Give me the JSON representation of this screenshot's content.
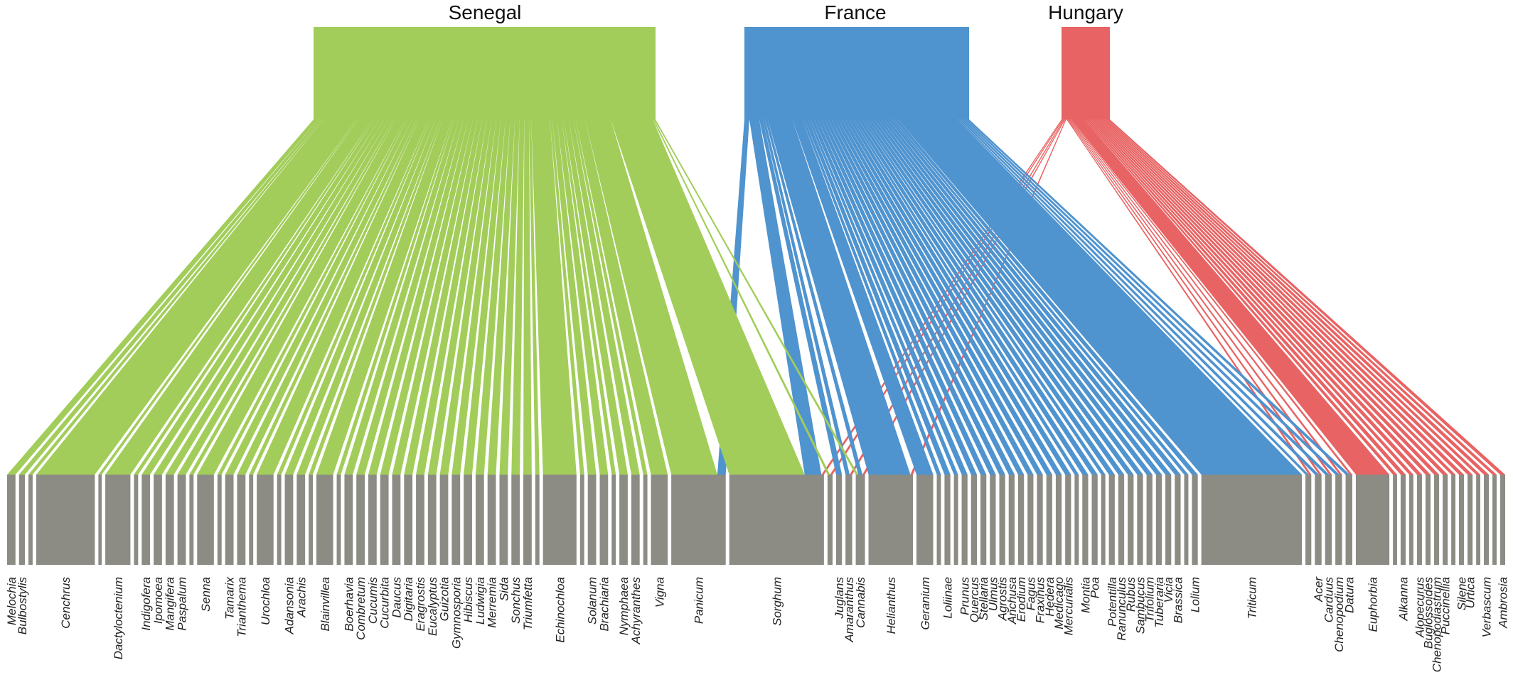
{
  "colors": {
    "Senegal": "#a2cd5a",
    "France": "#4f93cf",
    "Hungary": "#e86363",
    "genus_bar": "#8c8c85"
  },
  "countries": [
    {
      "name": "Senegal",
      "key": "Senegal",
      "total": 100
    },
    {
      "name": "France",
      "key": "France",
      "total": 66
    },
    {
      "name": "Hungary",
      "key": "Hungary",
      "total": 14
    }
  ],
  "genus_labels": [
    "Melochia",
    "Bulbostylis",
    "Cenchrus",
    "Dactyloctenium",
    "Indigofera",
    "Ipomoea",
    "Mangifera",
    "Paspalum",
    "Senna",
    "Tamarix",
    "Trianthema",
    "Urochloa",
    "Adansonia",
    "Arachis",
    "Blainvillea",
    "Boerhavia",
    "Combretum",
    "Cucumis",
    "Cucurbita",
    "Daucus",
    "Digitaria",
    "Eragrostis",
    "Eucalyptus",
    "Guizotia",
    "Gymnosporia",
    "Hibiscus",
    "Ludwigia",
    "Merremia",
    "Sida",
    "Sonchus",
    "Triumfetta",
    "Echinochloa",
    "Solanum",
    "Brachiaria",
    "Nymphaea",
    "Achyranthes",
    "Vigna",
    "Panicum",
    "Sorghum",
    "Juglans",
    "Amaranthus",
    "Cannabis",
    "Helianthus",
    "Geranium",
    "Loliinae",
    "Prunus",
    "Quercus",
    "Stellaria",
    "Ulmus",
    "Agrostis",
    "Anchusa",
    "Erodium",
    "Fagus",
    "Fraxinus",
    "Hedera",
    "Medicago",
    "Mercurialis",
    "Montia",
    "Poa",
    "Potentilla",
    "Ranunculus",
    "Rubus",
    "Sambucus",
    "Trifolium",
    "Tuberaria",
    "Vicia",
    "Brassica",
    "Lolium",
    "Triticum",
    "Acer",
    "Carduus",
    "Chenopodium",
    "Datura",
    "Euphorbia",
    "Alkanna",
    "Alopecurus",
    "Buglossoides",
    "Chenopodiastrum",
    "Puccinellia",
    "Silene",
    "Urtica",
    "Verbascum",
    "Ambrosia"
  ],
  "genera": [
    {
      "name": "Melochia",
      "links": {
        "Senegal": 1
      }
    },
    {
      "name": "Bulbostylis",
      "links": {
        "Senegal": 0.7
      }
    },
    {
      "name": "",
      "links": {
        "Senegal": 0.5
      }
    },
    {
      "name": "Cenchrus",
      "links": {
        "Senegal": 7
      }
    },
    {
      "name": "",
      "links": {
        "Senegal": 0.4
      }
    },
    {
      "name": "Dactyloctenium",
      "links": {
        "Senegal": 3
      }
    },
    {
      "name": "",
      "links": {
        "Senegal": 0.5
      }
    },
    {
      "name": "Indigofera",
      "links": {
        "Senegal": 1
      }
    },
    {
      "name": "Ipomoea",
      "links": {
        "Senegal": 1
      }
    },
    {
      "name": "Mangifera",
      "links": {
        "Senegal": 1
      }
    },
    {
      "name": "Paspalum",
      "links": {
        "Senegal": 1
      }
    },
    {
      "name": "",
      "links": {
        "Senegal": 0.5
      }
    },
    {
      "name": "Senna",
      "links": {
        "Senegal": 2
      }
    },
    {
      "name": "",
      "links": {
        "Senegal": 0.5
      }
    },
    {
      "name": "Tamarix",
      "links": {
        "Senegal": 1
      }
    },
    {
      "name": "Trianthema",
      "links": {
        "Senegal": 1
      }
    },
    {
      "name": "",
      "links": {
        "Senegal": 0.5
      }
    },
    {
      "name": "Urochloa",
      "links": {
        "Senegal": 2
      }
    },
    {
      "name": "",
      "links": {
        "Senegal": 0.5
      }
    },
    {
      "name": "Adansonia",
      "links": {
        "Senegal": 1
      }
    },
    {
      "name": "Arachis",
      "links": {
        "Senegal": 1
      }
    },
    {
      "name": "",
      "links": {
        "Senegal": 0.5
      }
    },
    {
      "name": "Blainvillea",
      "links": {
        "Senegal": 2
      }
    },
    {
      "name": "",
      "links": {
        "Senegal": 0.5
      }
    },
    {
      "name": "Boerhavia",
      "links": {
        "Senegal": 1
      }
    },
    {
      "name": "Combretum",
      "links": {
        "Senegal": 1
      }
    },
    {
      "name": "Cucumis",
      "links": {
        "Senegal": 1
      }
    },
    {
      "name": "Cucurbita",
      "links": {
        "Senegal": 1
      }
    },
    {
      "name": "Daucus",
      "links": {
        "Senegal": 1
      }
    },
    {
      "name": "Digitaria",
      "links": {
        "Senegal": 1
      }
    },
    {
      "name": "Eragrostis",
      "links": {
        "Senegal": 1
      }
    },
    {
      "name": "Eucalyptus",
      "links": {
        "Senegal": 1
      }
    },
    {
      "name": "Guizotia",
      "links": {
        "Senegal": 1
      }
    },
    {
      "name": "Gymnosporia",
      "links": {
        "Senegal": 1
      }
    },
    {
      "name": "Hibiscus",
      "links": {
        "Senegal": 1
      }
    },
    {
      "name": "Ludwigia",
      "links": {
        "Senegal": 1
      }
    },
    {
      "name": "Merremia",
      "links": {
        "Senegal": 1
      }
    },
    {
      "name": "Sida",
      "links": {
        "Senegal": 1
      }
    },
    {
      "name": "Sonchus",
      "links": {
        "Senegal": 1
      }
    },
    {
      "name": "Triumfetta",
      "links": {
        "Senegal": 1
      }
    },
    {
      "name": "",
      "links": {
        "Senegal": 0.5
      }
    },
    {
      "name": "Echinochloa",
      "links": {
        "Senegal": 4
      }
    },
    {
      "name": "",
      "links": {
        "Senegal": 0.5
      }
    },
    {
      "name": "Solanum",
      "links": {
        "Senegal": 1
      }
    },
    {
      "name": "Brachiaria",
      "links": {
        "Senegal": 1
      }
    },
    {
      "name": "",
      "links": {
        "Senegal": 0.5
      }
    },
    {
      "name": "Nymphaea",
      "links": {
        "Senegal": 1
      }
    },
    {
      "name": "Achyranthes",
      "links": {
        "Senegal": 1
      }
    },
    {
      "name": "",
      "links": {
        "Senegal": 0.5
      }
    },
    {
      "name": "Vigna",
      "links": {
        "Senegal": 2
      }
    },
    {
      "name": "Panicum",
      "links": {
        "Senegal": 5.5,
        "France": 1
      }
    },
    {
      "name": "Sorghum",
      "links": {
        "Senegal": 9,
        "France": 2,
        "Hungary": 0.3
      }
    },
    {
      "name": "",
      "links": {
        "Senegal": 0.3,
        "Hungary": 0.3
      }
    },
    {
      "name": "Juglans",
      "links": {
        "France": 0.7
      }
    },
    {
      "name": "Amaranthus",
      "links": {
        "France": 0.5,
        "Hungary": 0.3
      }
    },
    {
      "name": "Cannabis",
      "links": {
        "Senegal": 0.3,
        "France": 0.5,
        "Hungary": 0.3
      }
    },
    {
      "name": "Helianthus",
      "links": {
        "France": 5,
        "Hungary": 0.3
      }
    },
    {
      "name": "Geranium",
      "links": {
        "France": 2
      }
    },
    {
      "name": "",
      "links": {
        "France": 0.5
      }
    },
    {
      "name": "Loliinae",
      "links": {
        "France": 0.7
      }
    },
    {
      "name": "",
      "links": {
        "France": 0.5
      }
    },
    {
      "name": "Prunus",
      "links": {
        "France": 0.7
      }
    },
    {
      "name": "Quercus",
      "links": {
        "France": 0.7
      }
    },
    {
      "name": "Stellaria",
      "links": {
        "France": 0.7
      }
    },
    {
      "name": "Ulmus",
      "links": {
        "France": 0.7
      }
    },
    {
      "name": "Agrostis",
      "links": {
        "France": 0.7
      }
    },
    {
      "name": "Anchusa",
      "links": {
        "France": 0.7
      }
    },
    {
      "name": "Erodium",
      "links": {
        "France": 0.7
      }
    },
    {
      "name": "Fagus",
      "links": {
        "France": 0.7
      }
    },
    {
      "name": "Fraxinus",
      "links": {
        "France": 0.7
      }
    },
    {
      "name": "Hedera",
      "links": {
        "France": 0.7
      }
    },
    {
      "name": "Medicago",
      "links": {
        "France": 0.7
      }
    },
    {
      "name": "Mercurialis",
      "links": {
        "France": 0.7
      }
    },
    {
      "name": "",
      "links": {
        "France": 0.5
      }
    },
    {
      "name": "Montia",
      "links": {
        "France": 0.7
      }
    },
    {
      "name": "Poa",
      "links": {
        "France": 0.7
      }
    },
    {
      "name": "",
      "links": {
        "France": 0.5
      }
    },
    {
      "name": "Potentilla",
      "links": {
        "France": 0.7
      }
    },
    {
      "name": "Ranunculus",
      "links": {
        "France": 0.7
      }
    },
    {
      "name": "Rubus",
      "links": {
        "France": 0.7
      }
    },
    {
      "name": "Sambucus",
      "links": {
        "France": 0.7
      }
    },
    {
      "name": "Trifolium",
      "links": {
        "France": 0.7
      }
    },
    {
      "name": "Tuberaria",
      "links": {
        "France": 0.7
      }
    },
    {
      "name": "Vicia",
      "links": {
        "France": 0.7
      }
    },
    {
      "name": "Brassica",
      "links": {
        "France": 0.7
      }
    },
    {
      "name": "",
      "links": {
        "France": 0.5
      }
    },
    {
      "name": "Lolium",
      "links": {
        "France": 0.7
      }
    },
    {
      "name": "Triticum",
      "links": {
        "France": 12
      }
    },
    {
      "name": "",
      "links": {
        "France": 0.4,
        "Hungary": 0.3
      }
    },
    {
      "name": "Acer",
      "links": {
        "France": 0.5,
        "Hungary": 0.3
      }
    },
    {
      "name": "Carduus",
      "links": {
        "France": 0.5,
        "Hungary": 0.3
      }
    },
    {
      "name": "Chenopodium",
      "links": {
        "France": 0.5,
        "Hungary": 0.3
      }
    },
    {
      "name": "Datura",
      "links": {
        "France": 0.5,
        "Hungary": 0.3
      }
    },
    {
      "name": "Euphorbia",
      "links": {
        "Hungary": 4
      }
    },
    {
      "name": "",
      "links": {
        "Hungary": 0.5
      }
    },
    {
      "name": "Alkanna",
      "links": {
        "Hungary": 0.6
      }
    },
    {
      "name": "",
      "links": {
        "Hungary": 0.5
      }
    },
    {
      "name": "Alopecurus",
      "links": {
        "Hungary": 0.6
      }
    },
    {
      "name": "Buglossoides",
      "links": {
        "Hungary": 0.6
      }
    },
    {
      "name": "Chenopodiastrum",
      "links": {
        "Hungary": 0.6
      }
    },
    {
      "name": "Puccinellia",
      "links": {
        "Hungary": 0.6
      }
    },
    {
      "name": "",
      "links": {
        "Hungary": 0.5
      }
    },
    {
      "name": "Silene",
      "links": {
        "Hungary": 0.6
      }
    },
    {
      "name": "Urtica",
      "links": {
        "Hungary": 0.6
      }
    },
    {
      "name": "",
      "links": {
        "Hungary": 0.5
      }
    },
    {
      "name": "Verbascum",
      "links": {
        "Hungary": 0.6
      }
    },
    {
      "name": "",
      "links": {
        "Hungary": 0.5
      }
    },
    {
      "name": "Ambrosia",
      "links": {
        "Hungary": 0.6
      }
    }
  ]
}
